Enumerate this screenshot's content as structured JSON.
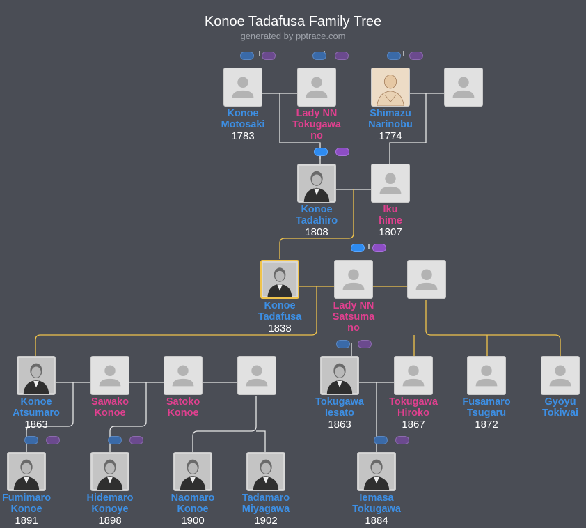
{
  "header": {
    "title": "Konoe Tadafusa Family Tree",
    "subtitle": "generated by pptrace.com"
  },
  "colors": {
    "background": "#4a4d55",
    "male": "#3d8fe4",
    "female": "#e0408f",
    "line_default": "#ffffff",
    "line_focus": "#f0c44c"
  },
  "people": {
    "konoe_motosaki": {
      "name1": "Konoe",
      "name2": "Motosaki",
      "name3": "",
      "year": "1783",
      "gender": "m",
      "photo": "placeholder"
    },
    "lady_nn_tokugawa": {
      "name1": "Lady NN",
      "name2": "Tokugawa",
      "name3": "no",
      "year": "",
      "gender": "f",
      "photo": "placeholder"
    },
    "shimazu_narinobu": {
      "name1": "Shimazu",
      "name2": "Narinobu",
      "name3": "",
      "year": "1774",
      "gender": "m",
      "photo": "portrait-painting"
    },
    "unknown_1": {
      "name1": "",
      "name2": "",
      "name3": "",
      "year": "",
      "gender": "m",
      "photo": "placeholder"
    },
    "konoe_tadahiro": {
      "name1": "Konoe",
      "name2": "Tadahiro",
      "name3": "",
      "year": "1808",
      "gender": "m",
      "photo": "portrait-photo"
    },
    "iku_hime": {
      "name1": "Iku",
      "name2": "hime",
      "name3": "",
      "year": "1807",
      "gender": "f",
      "photo": "placeholder"
    },
    "konoe_tadafusa": {
      "name1": "Konoe",
      "name2": "Tadafusa",
      "name3": "",
      "year": "1838",
      "gender": "m",
      "photo": "portrait-photo"
    },
    "lady_nn_satsuma": {
      "name1": "Lady NN",
      "name2": "Satsuma",
      "name3": "no",
      "year": "",
      "gender": "f",
      "photo": "placeholder"
    },
    "unknown_2": {
      "name1": "",
      "name2": "",
      "name3": "",
      "year": "",
      "gender": "m",
      "photo": "placeholder"
    },
    "konoe_atsumaro": {
      "name1": "Konoe",
      "name2": "Atsumaro",
      "name3": "",
      "year": "1863",
      "gender": "m",
      "photo": "portrait-photo"
    },
    "sawako_konoe": {
      "name1": "Sawako",
      "name2": "Konoe",
      "name3": "",
      "year": "",
      "gender": "f",
      "photo": "placeholder"
    },
    "satoko_konoe": {
      "name1": "Satoko",
      "name2": "Konoe",
      "name3": "",
      "year": "",
      "gender": "f",
      "photo": "placeholder"
    },
    "unknown_3": {
      "name1": "",
      "name2": "",
      "name3": "",
      "year": "",
      "gender": "m",
      "photo": "placeholder"
    },
    "tokugawa_iesato": {
      "name1": "Tokugawa",
      "name2": "Iesato",
      "name3": "",
      "year": "1863",
      "gender": "m",
      "photo": "portrait-photo"
    },
    "tokugawa_hiroko": {
      "name1": "Tokugawa",
      "name2": "Hiroko",
      "name3": "",
      "year": "1867",
      "gender": "f",
      "photo": "placeholder"
    },
    "fusamaro_tsugaru": {
      "name1": "Fusamaro",
      "name2": "Tsugaru",
      "name3": "",
      "year": "1872",
      "gender": "m",
      "photo": "placeholder"
    },
    "gyoyu_tokiwai": {
      "name1": "Gyōyū",
      "name2": "Tokiwai",
      "name3": "",
      "year": "",
      "gender": "m",
      "photo": "placeholder"
    },
    "fumimaro_konoe": {
      "name1": "Fumimaro",
      "name2": "Konoe",
      "name3": "",
      "year": "1891",
      "gender": "m",
      "photo": "portrait-photo"
    },
    "hidemaro_konoye": {
      "name1": "Hidemaro",
      "name2": "Konoye",
      "name3": "",
      "year": "1898",
      "gender": "m",
      "photo": "portrait-photo"
    },
    "naomaro_konoe": {
      "name1": "Naomaro",
      "name2": "Konoe",
      "name3": "",
      "year": "1900",
      "gender": "m",
      "photo": "portrait-photo"
    },
    "tadamaro_miyagawa": {
      "name1": "Tadamaro",
      "name2": "Miyagawa",
      "name3": "",
      "year": "1902",
      "gender": "m",
      "photo": "portrait-photo"
    },
    "iemasa_tokugawa": {
      "name1": "Iemasa",
      "name2": "Tokugawa",
      "name3": "",
      "year": "1884",
      "gender": "m",
      "photo": "portrait-photo"
    }
  }
}
